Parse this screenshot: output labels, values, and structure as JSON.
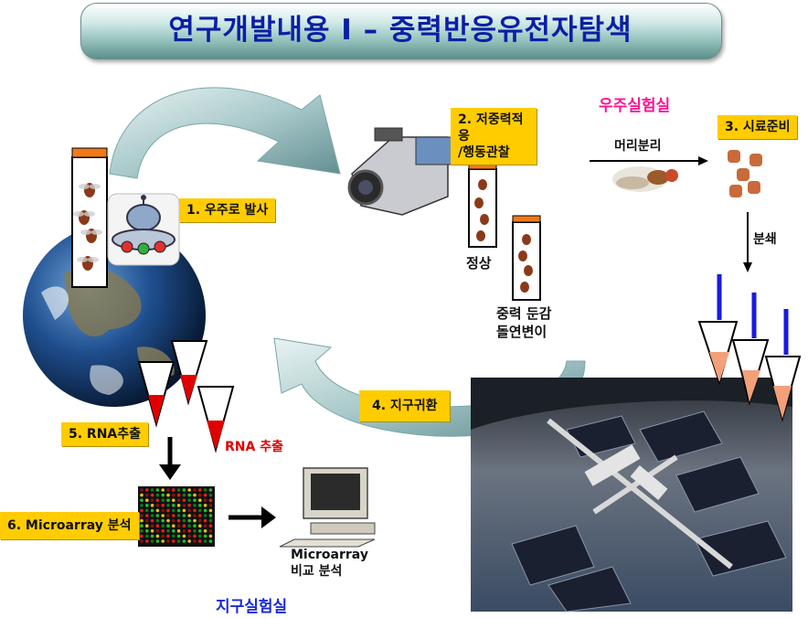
{
  "title": "연구개발내용 Ⅰ – 중력반응유전자탐색",
  "steps": {
    "s1": "1. 우주로 발사",
    "s2_line1": "2. 저중력적응",
    "s2_line2": "/행동관찰",
    "s3": "3. 시료준비",
    "s4": "4. 지구귀환",
    "s5": "5. RNA추출",
    "s6": "6. Microarray 분석"
  },
  "labels": {
    "space_lab": "우주실험실",
    "earth_lab": "지구실험실",
    "head_separation": "머리분리",
    "crush": "분쇄",
    "normal": "정상",
    "mutant_line1": "중력 둔감",
    "mutant_line2": "돌연변이",
    "rna_extraction": "RNA 추출",
    "compare_line1": "Microarray",
    "compare_line2": "비교 분석"
  },
  "icons": {
    "camcorder": "camcorder-icon",
    "computer": "computer-icon",
    "earth": "earth-image",
    "space_station": "space-station-image",
    "ufo": "ufo-icon",
    "fly": "fruit-fly-icon"
  },
  "colors": {
    "title": "#0b1fa5",
    "step_bg": "#ffcc00",
    "space_lab": "#ff1493",
    "earth_lab": "#1a2bd6",
    "rna": "#e00000",
    "cycle_arrow": "#7aa6a8"
  }
}
